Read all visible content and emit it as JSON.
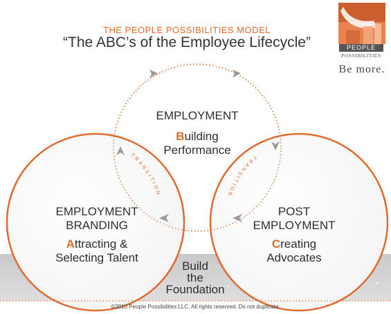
{
  "header": {
    "model_title": "THE PEOPLE POSSIBILITIES MODEL",
    "subtitle": "“The ABC’s of the Employee Lifecycle”"
  },
  "logo": {
    "word1": "PEOPLE",
    "word2": "POSSIBILITIES",
    "tagline": "Be more."
  },
  "circles": {
    "top": {
      "heading": "EMPLOYMENT",
      "initial": "B",
      "line1_rest": "uilding",
      "line2": "Performance"
    },
    "left": {
      "heading1": "EMPLOYMENT",
      "heading2": "BRANDING",
      "initial": "A",
      "line1_rest": "ttracting &",
      "line2": "Selecting Talent"
    },
    "right": {
      "heading1": "POST",
      "heading2": "EMPLOYMENT",
      "initial": "C",
      "line1_rest": "reating",
      "line2": "Advocates"
    }
  },
  "transitions": {
    "left_label": "TRANSITION",
    "right_label": "TRANSITION"
  },
  "foundation": {
    "line1": "Build",
    "line2": "the",
    "line3": "Foundation"
  },
  "footer": "©2010 People Possibilities LLC. All rights reserved. Do not duplicate.",
  "colors": {
    "accent": "#e06a2c",
    "text": "#2d2d2d",
    "floor": "#cfcfcf",
    "arrow": "#9a9a9a"
  },
  "icons": {
    "arrow": "chevron-arrow-icon",
    "logo": "people-possibilities-logo"
  }
}
